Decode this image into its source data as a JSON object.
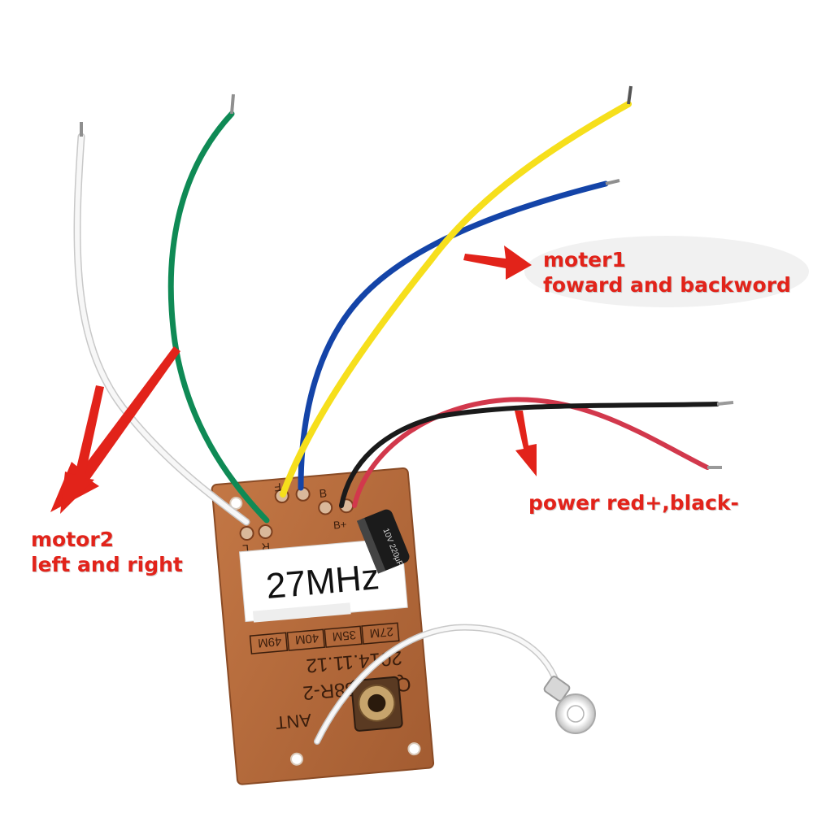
{
  "labels": {
    "motor1_line1": "moter1",
    "motor1_line2": "foward and backword",
    "motor2_line1": "motor2",
    "motor2_line2": "left and right",
    "power": "power red+,black-"
  },
  "board": {
    "frequency": "27MHz",
    "channels": [
      "27M",
      "35M",
      "40M",
      "49M"
    ],
    "date": "2014.11.12",
    "model": "QF-4688R-2",
    "prefix": "ANT",
    "pad_F": "F",
    "pad_B": "B",
    "pad_L": "L",
    "pad_R": "R",
    "pad_Bplus": "B+",
    "capacitor": "10V 220μF"
  },
  "colors": {
    "label_red": "#e2231a",
    "pcb_brown": "#b0683a",
    "wire_white": "#f4f4f4",
    "wire_green": "#0f8a55",
    "wire_yellow": "#f6df1c",
    "wire_blue": "#1444a8",
    "wire_red": "#d2384c",
    "wire_black": "#1a1a1a"
  }
}
